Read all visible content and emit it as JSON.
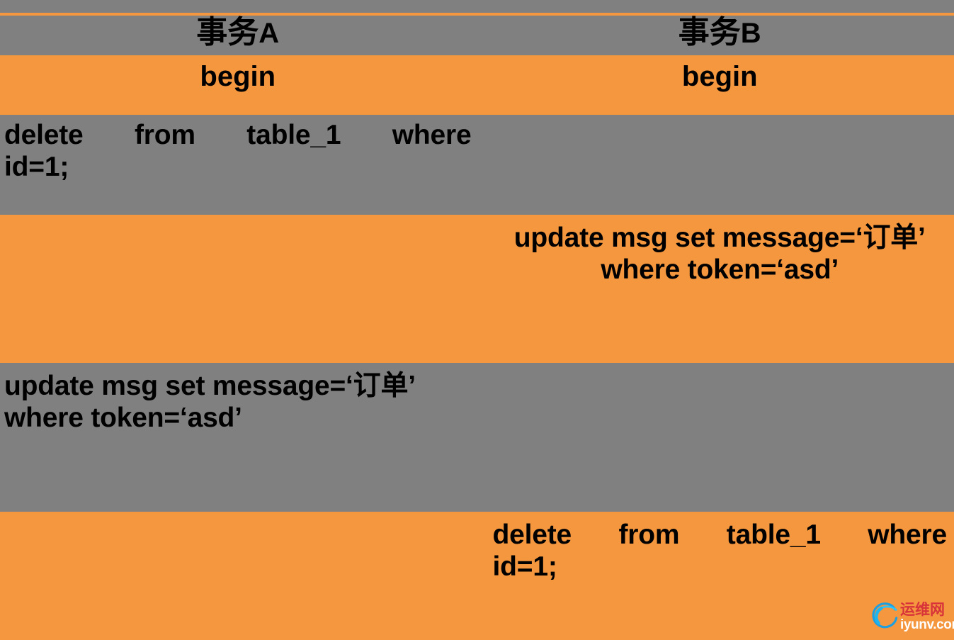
{
  "colors": {
    "band_gray": "#808080",
    "band_orange": "#f4973f",
    "text": "#000000",
    "watermark_cn": "#d8333a",
    "watermark_en": "#ffffff",
    "watermark_ring": "#1e9fe0"
  },
  "table": {
    "columns": [
      {
        "id": "transaction-a",
        "header": "事务",
        "header_suffix": "A"
      },
      {
        "id": "transaction-b",
        "header": "事务",
        "header_suffix": "B"
      }
    ],
    "rows": [
      {
        "id": "row-begin",
        "band": "orange",
        "col_a": "begin",
        "col_b": "begin"
      },
      {
        "id": "row-a-delete",
        "band": "gray",
        "col_a_line1": "delete from table_1 where",
        "col_a_line2": "id=1;",
        "col_b": ""
      },
      {
        "id": "row-b-update",
        "band": "orange",
        "col_a": "",
        "col_b_line1": "update msg set message=‘订单’",
        "col_b_line2": "where token=‘asd’"
      },
      {
        "id": "row-a-update",
        "band": "gray",
        "col_a_line1": "update msg set message=‘订单’",
        "col_a_line2": "where token=‘asd’",
        "col_b": ""
      },
      {
        "id": "row-b-delete",
        "band": "orange",
        "col_a": "",
        "col_b_line1": "delete from table_1 where",
        "col_b_line2": "id=1;"
      }
    ]
  },
  "watermark": {
    "icon": "ring-swoosh-icon",
    "cn_text": "运维网",
    "en_text": "iyunv.com"
  }
}
